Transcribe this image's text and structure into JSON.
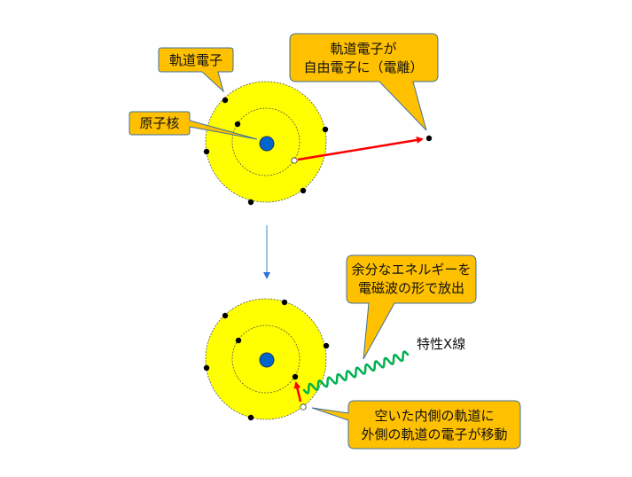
{
  "colors": {
    "atom_fill": "#ffff00",
    "nucleus": "#0066cc",
    "callout_fill": "#ffc000",
    "callout_border": "#41719c",
    "arrow_red": "#ff0000",
    "wave_green": "#00b050",
    "flow_arrow": "#5b9bd5"
  },
  "top": {
    "callout_orbital_electron": "軌道電子",
    "callout_nucleus": "原子核",
    "callout_ionization": {
      "line1": "軌道電子が",
      "line2": "自由電子に（電離）"
    }
  },
  "bottom": {
    "callout_energy": {
      "line1": "余分なエネルギーを",
      "line2": "電磁波の形で放出"
    },
    "label_xray": "特性X線",
    "callout_transition": {
      "line1": "空いた内側の軌道に",
      "line2": "外側の軌道の電子が移動"
    }
  }
}
